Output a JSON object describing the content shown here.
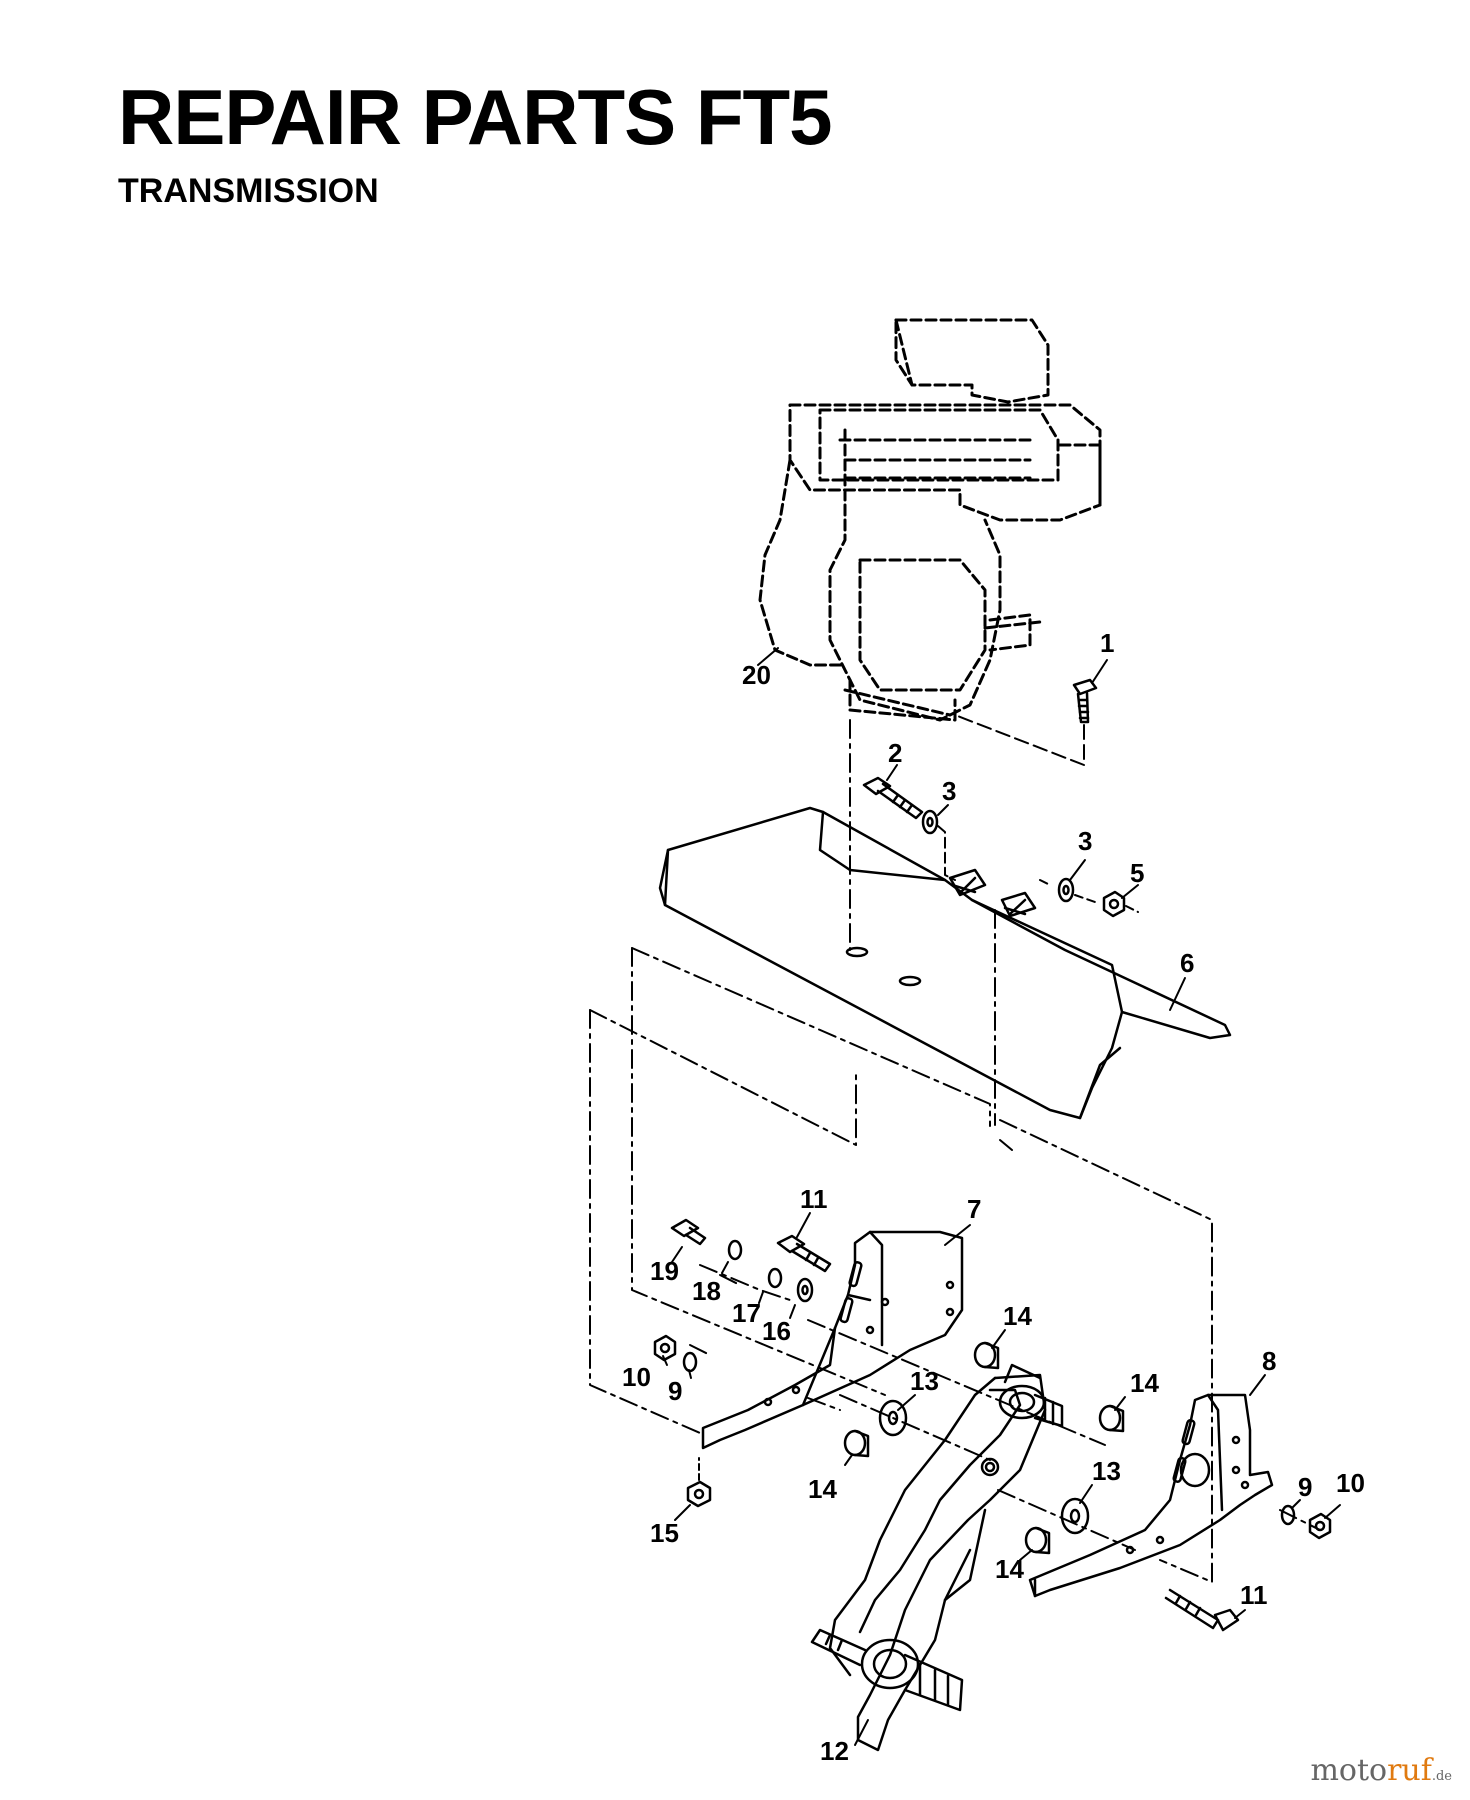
{
  "header": {
    "title": "REPAIR PARTS FT5",
    "subtitle": "TRANSMISSION"
  },
  "callouts": {
    "p1": "1",
    "p2": "2",
    "p3a": "3",
    "p3b": "3",
    "p5": "5",
    "p6": "6",
    "p7": "7",
    "p8": "8",
    "p9a": "9",
    "p9b": "9",
    "p10a": "10",
    "p10b": "10",
    "p11a": "11",
    "p11b": "11",
    "p12": "12",
    "p13a": "13",
    "p13b": "13",
    "p14a": "14",
    "p14b": "14",
    "p14c": "14",
    "p14d": "14",
    "p15": "15",
    "p16": "16",
    "p17": "17",
    "p18": "18",
    "p19": "19",
    "p20": "20"
  },
  "watermark": {
    "brand_a": "moto",
    "brand_b": "ruf",
    "brand_tld": ".de"
  }
}
